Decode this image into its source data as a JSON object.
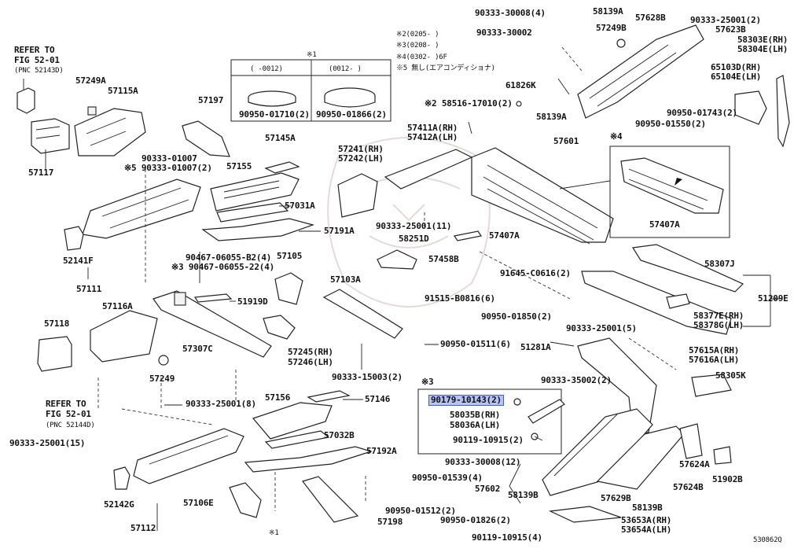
{
  "diagram_id": "530862Q",
  "refer_1": {
    "line1": "REFER TO",
    "line2": "FIG 52-01",
    "line3": "(PNC 52143D)"
  },
  "refer_2": {
    "line1": "REFER TO",
    "line2": "FIG 52-01",
    "line3": "(PNC 52144D)"
  },
  "legend": {
    "title": "※1",
    "col1_header": "(  -0012)",
    "col2_header": "(0012-  )",
    "col1_part": "90950-01710(2)",
    "col2_part": "90950-01866(2)"
  },
  "notes": {
    "n2": "※2(0205-      )",
    "n3": "※3(0208-      )",
    "n4": "※4(0302-      )6F",
    "n5": "※5 無し(エアコンディショナ)",
    "inset_label": "※4",
    "sub_label": "※3"
  },
  "labels": {
    "p57249A": "57249A",
    "p57115A": "57115A",
    "p57117": "57117",
    "p57197": "57197",
    "p90333_01007a": "90333-01007",
    "p90333_01007b": "※5 90333-01007(2)",
    "p57145A": "57145A",
    "p57155": "57155",
    "p57031A": "57031A",
    "p57191A": "57191A",
    "p52141F": "52141F",
    "p57111": "57111",
    "p90467_b2": "90467-06055-B2(4)",
    "p90467_22": "※3 90467-06055-22(4)",
    "p57105": "57105",
    "p57103A": "57103A",
    "p51919D": "51919D",
    "p57116A": "57116A",
    "p57118": "57118",
    "p57307C": "57307C",
    "p57249": "57249",
    "p57245": "57245(RH)",
    "p57246": "57246(LH)",
    "p90333_15003": "90333-15003(2)",
    "p90950_01511": "90950-01511(6)",
    "p90333_25001_8": "90333-25001(8)",
    "p57156": "57156",
    "p57146": "57146",
    "p57032B": "57032B",
    "p57192A": "57192A",
    "p90333_25001_15": "90333-25001(15)",
    "p52142G": "52142G",
    "p57106E": "57106E",
    "p57112": "57112",
    "p90950_01539": "90950-01539(4)",
    "p90950_01512": "90950-01512(2)",
    "p57198": "57198",
    "p_star1": "※1",
    "p57241": "57241(RH)",
    "p57242": "57242(LH)",
    "p57411A": "57411A(RH)",
    "p57412A": "57412A(LH)",
    "p58516": "※2 58516-17010(2)",
    "p61826K": "61826K",
    "p90333_25001_11": "90333-25001(11)",
    "p58251D": "58251D",
    "p57407A": "57407A",
    "p57458B": "57458B",
    "p91645": "91645-C0616(2)",
    "p91515": "91515-B0816(6)",
    "p90950_01850": "90950-01850(2)",
    "p90333_25001_5": "90333-25001(5)",
    "p51281A": "51281A",
    "p90333_35002": "90333-35002(2)",
    "p90179": "90179-10143(2)",
    "p58035B": "58035B(RH)",
    "p58036A": "58036A(LH)",
    "p90119_10915_2": "90119-10915(2)",
    "p90333_30008_12": "90333-30008(12)",
    "p57602": "57602",
    "p58139B_a": "58139B",
    "p90950_01826": "90950-01826(2)",
    "p90119_10915_4": "90119-10915(4)",
    "p57629B": "57629B",
    "p58139B_b": "58139B",
    "p53653A": "53653A(RH)",
    "p53654A": "53654A(LH)",
    "p57624A": "57624A",
    "p51902B": "51902B",
    "p57615A": "57615A(RH)",
    "p57616A": "57616A(LH)",
    "p58305K": "58305K",
    "p58307J": "58307J",
    "p51209E": "51209E",
    "p58377E": "58377E(RH)",
    "p58378G": "58378G(LH)",
    "p57407A_inset": "57407A",
    "p90333_30008_4": "90333-30008(4)",
    "p58139A_top": "58139A",
    "p57628B": "57628B",
    "p90333_25001_2": "90333-25001(2)",
    "p90333_30002": "90333-30002",
    "p57249B": "57249B",
    "p57623B": "57623B",
    "p58303E": "58303E(RH)",
    "p58304E": "58304E(LH)",
    "p65103D": "65103D(RH)",
    "p65104E": "65104E(LH)",
    "p90950_01743": "90950-01743(2)",
    "p90950_01550": "90950-01550(2)",
    "p58139A": "58139A",
    "p57601": "57601"
  }
}
